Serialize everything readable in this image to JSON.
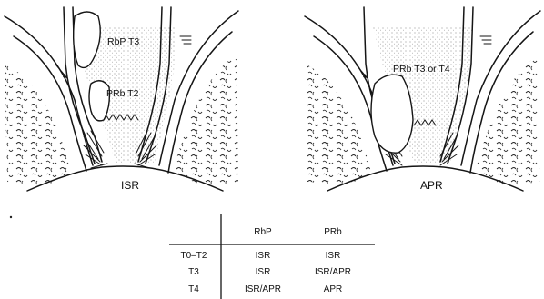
{
  "left_panel": {
    "caption": "ISR",
    "tumor_upper": "RbP T3",
    "tumor_lower": "PRb T2"
  },
  "right_panel": {
    "caption": "APR",
    "tumor": "PRb T3 or T4"
  },
  "table": {
    "headers": [
      "",
      "RbP",
      "PRb"
    ],
    "rows": [
      [
        "T0–T2",
        "ISR",
        "ISR"
      ],
      [
        "T3",
        "ISR",
        "ISR/APR"
      ],
      [
        "T4",
        "ISR/APR",
        "APR"
      ]
    ]
  }
}
